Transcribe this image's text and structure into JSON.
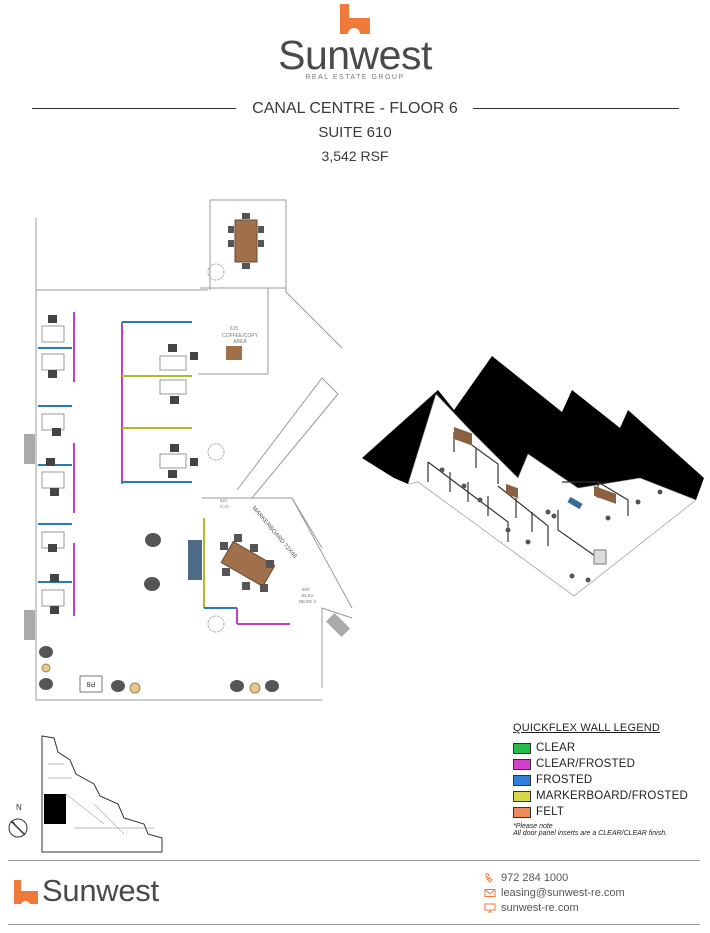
{
  "brand": {
    "name": "Sunwest",
    "subtitle": "REAL ESTATE GROUP",
    "accent_color": "#f07a3a"
  },
  "header": {
    "building": "CANAL CENTRE - FLOOR 6",
    "suite": "SUITE 610",
    "area": "3,542 RSF"
  },
  "floorplan": {
    "labels": {
      "coffee_room": "615",
      "coffee_name": "COFFEE/COPY",
      "coffee_sub": "AREA",
      "door_label": "621",
      "door_label2": "C.O.",
      "markerboard": "MARKERBOARD 72X48",
      "storage_1": "600",
      "storage_2": "ELEV",
      "storage_3": "BB EE 4",
      "reception_tag": "P8"
    }
  },
  "legend": {
    "title": "QUICKFLEX WALL LEGEND",
    "items": [
      {
        "label": "CLEAR",
        "color": "#22c04a"
      },
      {
        "label": "CLEAR/FROSTED",
        "color": "#d43fd0"
      },
      {
        "label": "FROSTED",
        "color": "#2f7fd8"
      },
      {
        "label": "MARKERBOARD/FROSTED",
        "color": "#d8d84a"
      },
      {
        "label": "FELT",
        "color": "#f08a5a"
      }
    ],
    "note_head": "*Please note",
    "note_body": "All door panel inserts are a CLEAR/CLEAR finish."
  },
  "keyplan": {
    "north": "N"
  },
  "footer": {
    "brand": "Sunwest",
    "phone": "972 284 1000",
    "email": "leasing@sunwest-re.com",
    "web": "sunwest-re.com"
  },
  "icons": [
    "phone-icon",
    "email-icon",
    "web-icon",
    "north-arrow-icon",
    "sunwest-logo-icon"
  ]
}
